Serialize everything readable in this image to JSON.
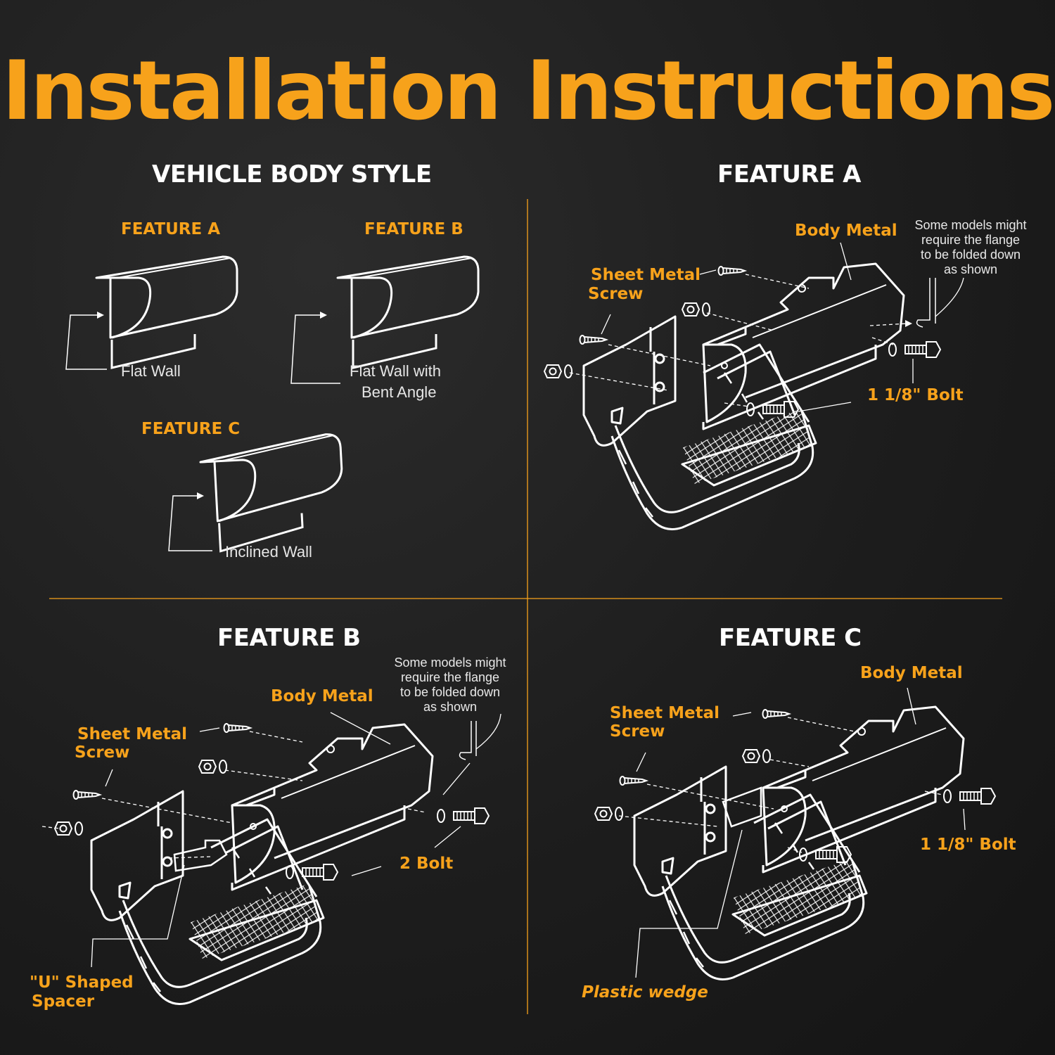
{
  "title": "Installation Instructions",
  "colors": {
    "accent": "#f7a21b",
    "line": "#ffffff",
    "background": "#1e1e1e"
  },
  "body_style": {
    "heading": "VEHICLE BODY STYLE",
    "feature_a": {
      "label": "FEATURE A",
      "wall": "Flat Wall"
    },
    "feature_b": {
      "label": "FEATURE B",
      "wall_line1": "Flat Wall with",
      "wall_line2": "Bent Angle"
    },
    "feature_c": {
      "label": "FEATURE C",
      "wall": "Inclined Wall"
    }
  },
  "panel_a": {
    "heading": "FEATURE A",
    "body_metal": "Body Metal",
    "note": "Some models might\nrequire the flange\nto be folded down\nas shown",
    "screw_line1": "Sheet Metal",
    "screw_line2": "Screw",
    "bolt": "1 1/8\" Bolt"
  },
  "panel_b": {
    "heading": "FEATURE B",
    "body_metal": "Body Metal",
    "note": "Some models might\nrequire the flange\nto be folded down\nas shown",
    "screw_line1": "Sheet Metal",
    "screw_line2": "Screw",
    "bolt": "2 Bolt",
    "spacer_line1": "\"U\" Shaped",
    "spacer_line2": "Spacer"
  },
  "panel_c": {
    "heading": "FEATURE C",
    "body_metal": "Body Metal",
    "screw_line1": "Sheet Metal",
    "screw_line2": "Screw",
    "bolt": "1 1/8\" Bolt",
    "wedge": "Plastic wedge"
  }
}
